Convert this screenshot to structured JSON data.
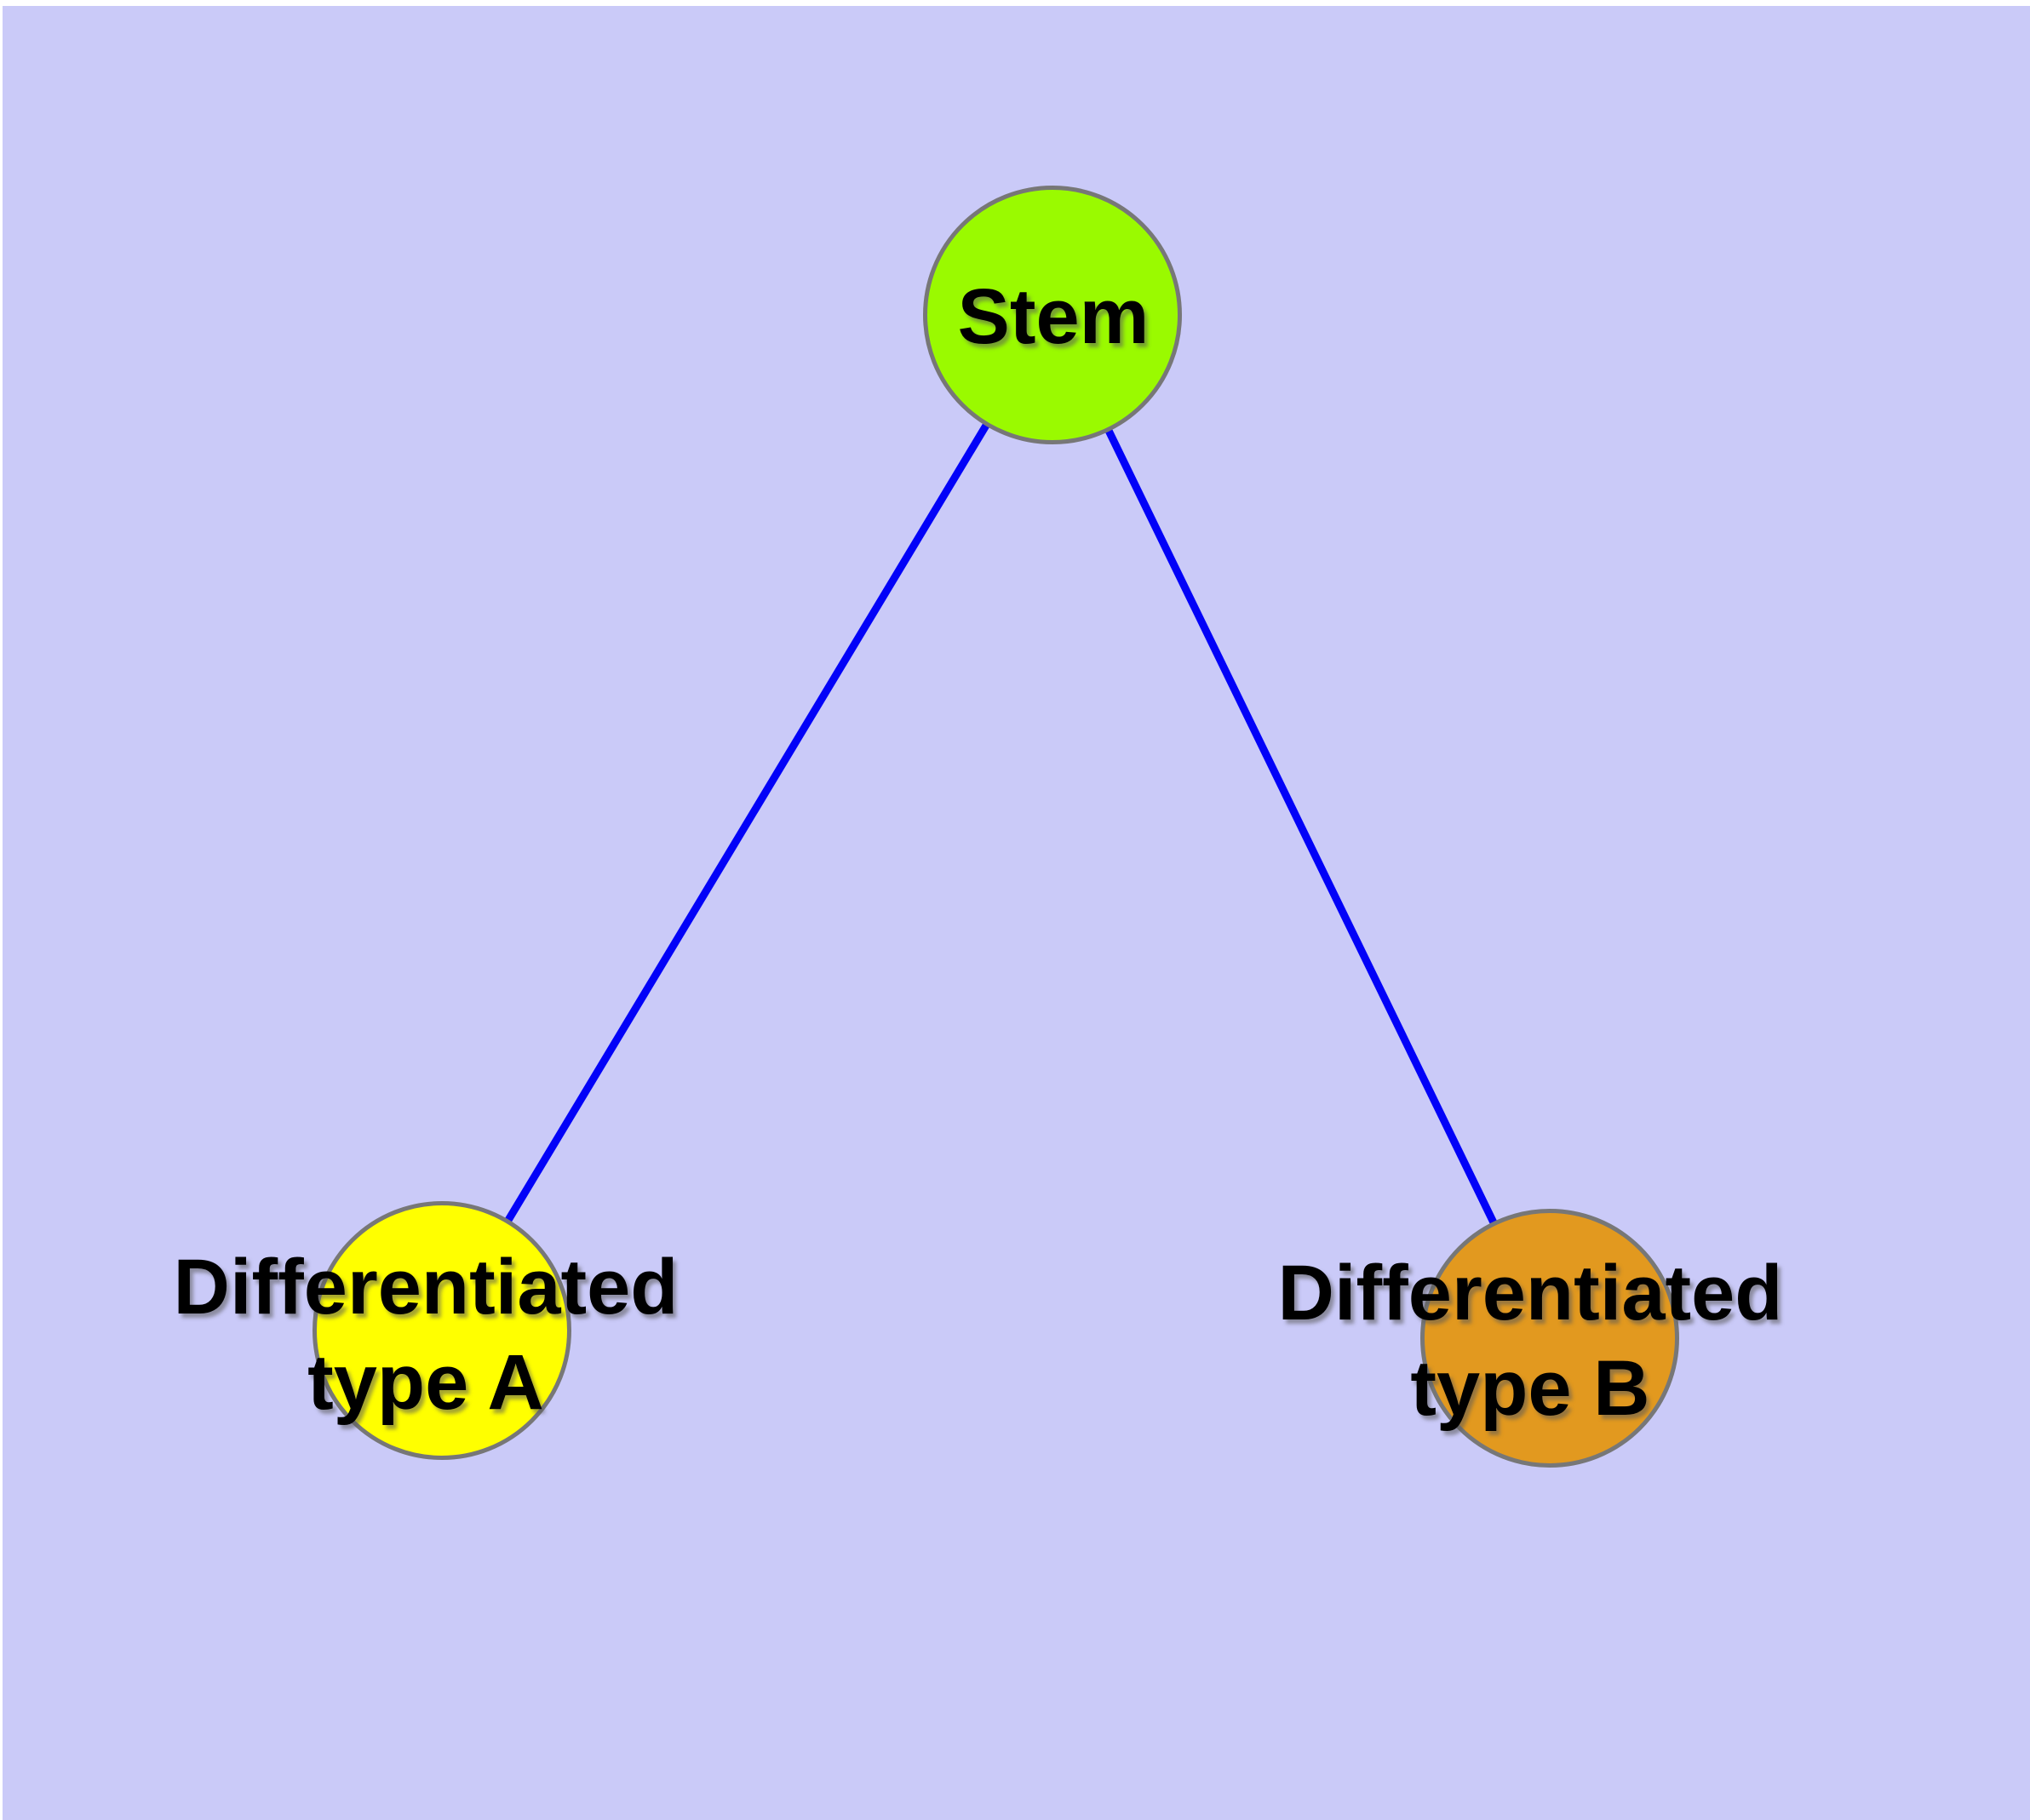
{
  "diagram": {
    "background_color": "#cacaf8",
    "page_border_color": "#ffffff",
    "edge_color": "#0202f8",
    "node_border_color": "#777777",
    "label_color": "#000000",
    "nodes": [
      {
        "id": "stem",
        "label": "Stem",
        "fill": "#9afa00"
      },
      {
        "id": "type-a",
        "label": "Differentiated\ntype A",
        "fill": "#ffff00"
      },
      {
        "id": "type-b",
        "label": "Differentiated\ntype B",
        "fill": "#e2991f"
      }
    ],
    "edges": [
      {
        "from": "Stem",
        "to": "Differentiated type A"
      },
      {
        "from": "Stem",
        "to": "Differentiated type B"
      }
    ]
  }
}
